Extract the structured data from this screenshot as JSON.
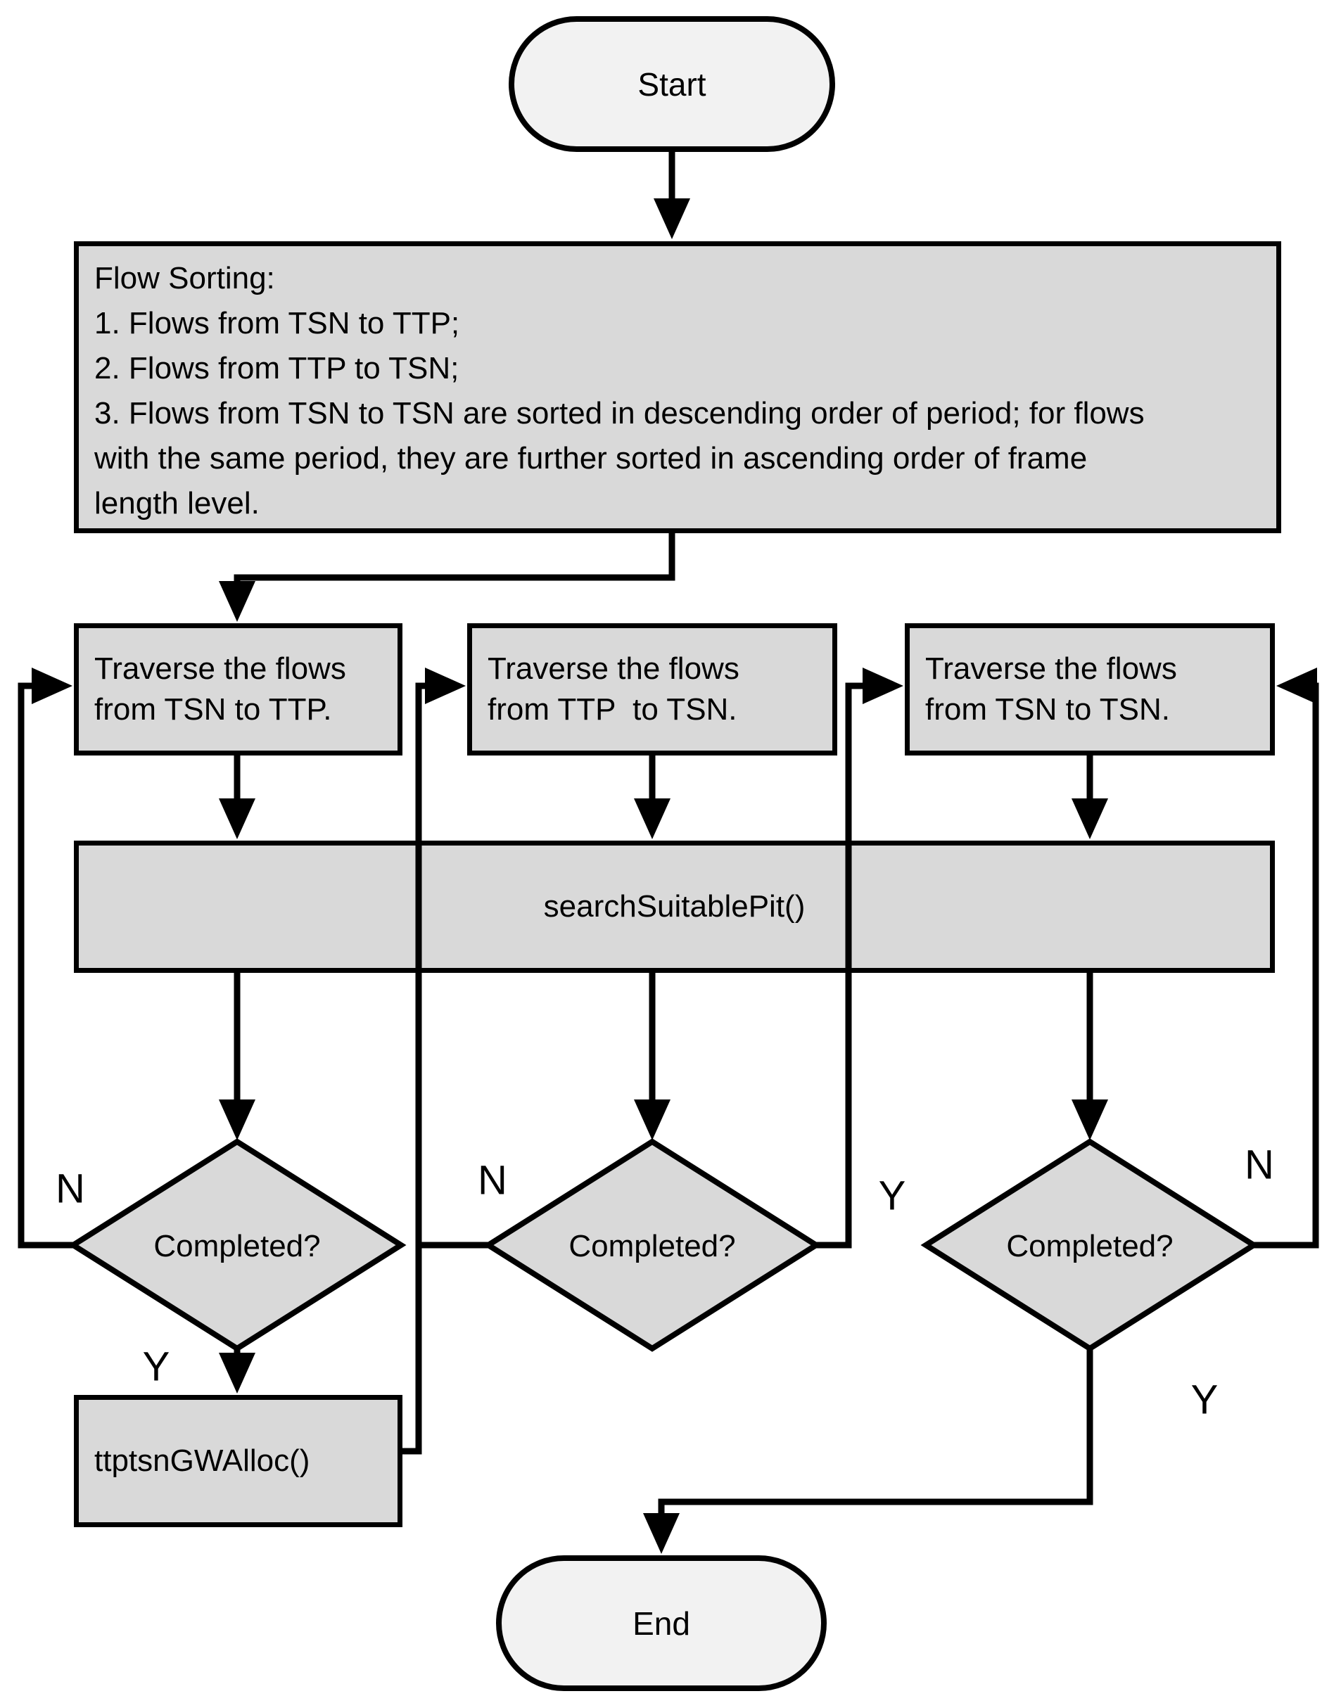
{
  "colors": {
    "background": "#ffffff",
    "node_fill": "#d9d9d9",
    "terminal_fill": "#f2f2f2",
    "stroke": "#000000"
  },
  "nodes": {
    "start": {
      "label": "Start"
    },
    "flow_sorting": {
      "label": "Flow Sorting:\n1. Flows from TSN to TTP;\n2. Flows from TTP to TSN;\n3. Flows from TSN to TSN are sorted in descending order of period; for flows\nwith the same period, they are further sorted in ascending order of frame\nlength level."
    },
    "traverse_tsn_ttp": {
      "label": "Traverse the flows\nfrom TSN to TTP."
    },
    "traverse_ttp_tsn": {
      "label": "Traverse the flows\nfrom TTP  to TSN."
    },
    "traverse_tsn_tsn": {
      "label": "Traverse the flows\nfrom TSN to TSN."
    },
    "search_suitable_pit": {
      "label": "searchSuitablePit()"
    },
    "completed_1": {
      "label": "Completed?"
    },
    "completed_2": {
      "label": "Completed?"
    },
    "completed_3": {
      "label": "Completed?"
    },
    "ttptsn_gw_alloc": {
      "label": "ttptsnGWAlloc()"
    },
    "end": {
      "label": "End"
    }
  },
  "edge_labels": {
    "completed_1_no": "N",
    "completed_1_yes": "Y",
    "completed_2_no": "N",
    "completed_2_yes": "Y",
    "completed_3_no": "N",
    "completed_3_yes": "Y"
  }
}
